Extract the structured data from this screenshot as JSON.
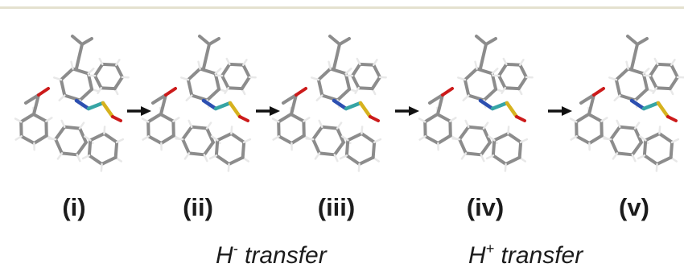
{
  "figure": {
    "stages": [
      {
        "id": "i",
        "label": "(i)"
      },
      {
        "id": "ii",
        "label": "(ii)"
      },
      {
        "id": "iii",
        "label": "(iii)"
      },
      {
        "id": "iv",
        "label": "(iv)"
      },
      {
        "id": "v",
        "label": "(v)"
      }
    ],
    "captions": {
      "hydride": {
        "base": "H",
        "sup": "-",
        "rest": " transfer"
      },
      "proton": {
        "base": "H",
        "sup": "+",
        "rest": " transfer"
      }
    }
  },
  "colors": {
    "frame": "#e4e1cf",
    "bond_carbon": "#8c8c8c",
    "bond_hydrogen": "#e8e8e8",
    "nitrogen": "#2c4fb0",
    "metal": "#36a5a5",
    "sulfur": "#d6b21e",
    "oxygen": "#cc1a1a",
    "arrow": "#111111"
  }
}
